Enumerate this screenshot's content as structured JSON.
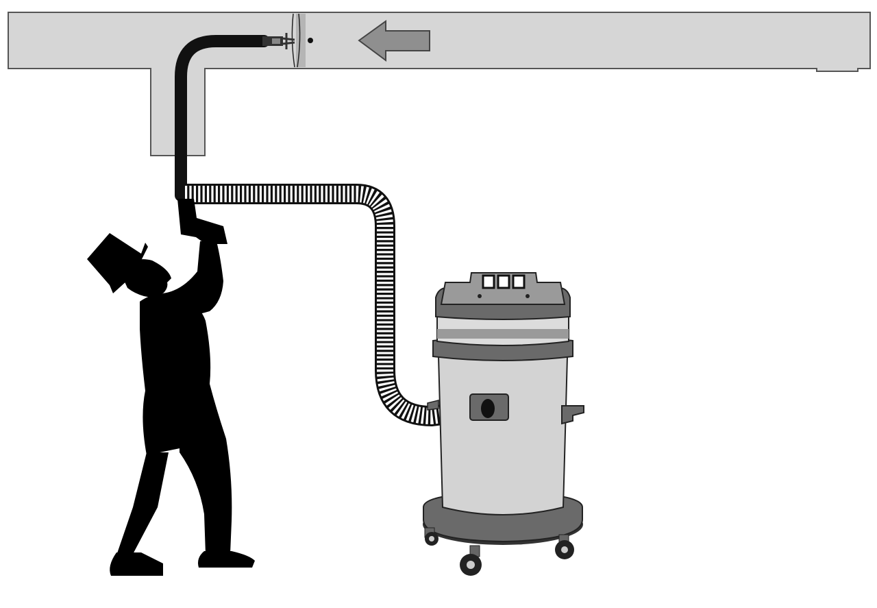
{
  "illustration": {
    "subject": "duct-cleaning-with-vacuum",
    "flow_direction": "left",
    "vacuum_panel_switch_count": 3
  },
  "colors": {
    "duct_fill": "#d6d6d6",
    "duct_stroke": "#555555",
    "arrow_fill": "#8f8f8f",
    "silhouette": "#000000",
    "vacuum_body": "#d3d3d3",
    "vacuum_dark": "#6a6a6a",
    "vacuum_mid": "#9a9a9a",
    "background": "#ffffff"
  },
  "icons": {
    "flow_arrow": "left-arrow-icon",
    "person": "chimney-sweep-silhouette",
    "machine": "wet-dry-vacuum-icon"
  }
}
